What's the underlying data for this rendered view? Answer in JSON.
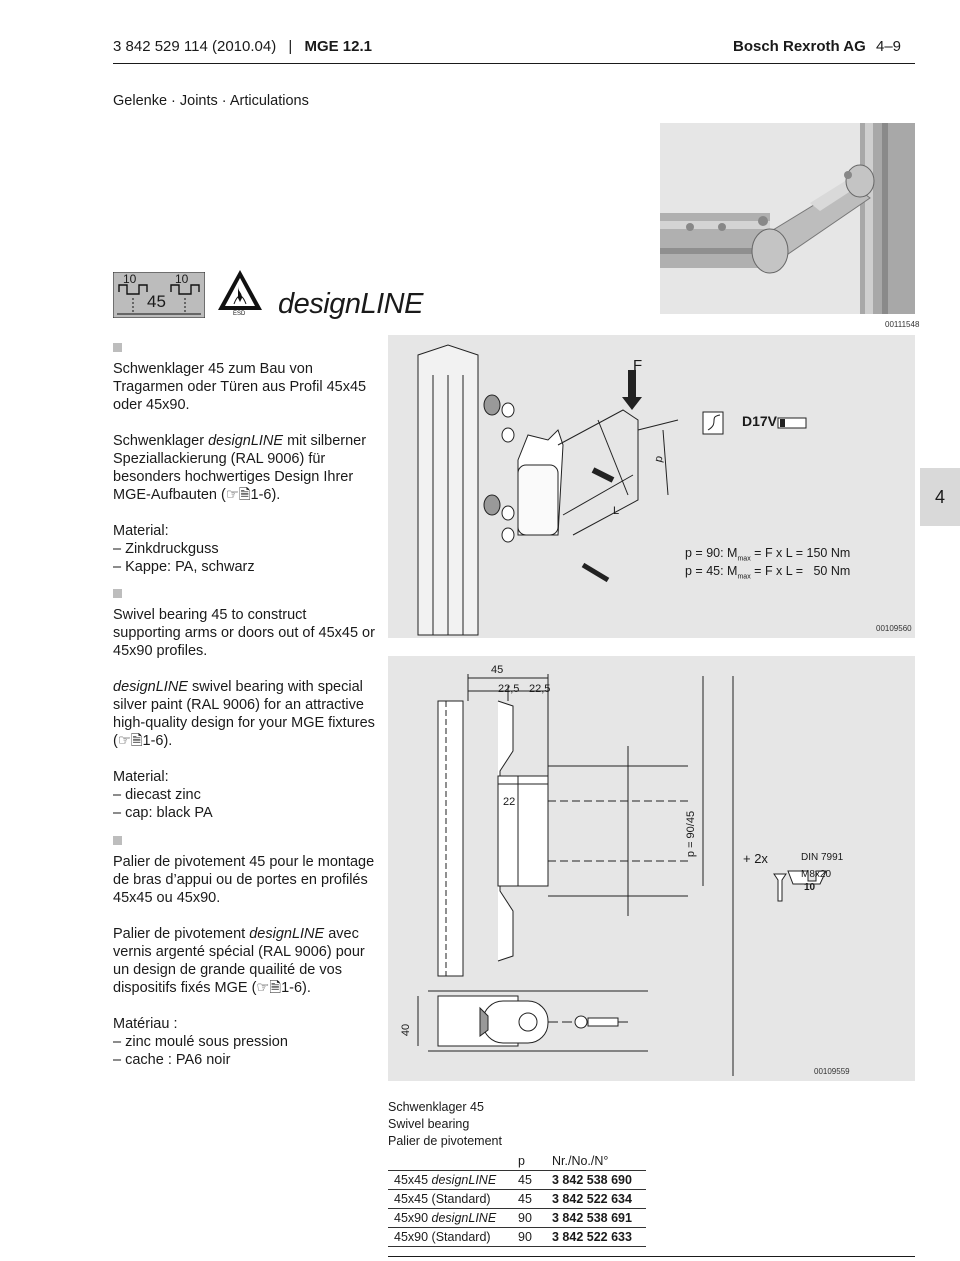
{
  "header": {
    "doc_ref": "3 842 529 114 (2010.04)",
    "product": "MGE 12.1",
    "company": "Bosch Rexroth AG",
    "page": "4–9"
  },
  "section_title": "Gelenke · Joints · Articulations",
  "badge": {
    "profile_width": "45",
    "slot_left": "10",
    "slot_right": "10",
    "esd_label": "ESD",
    "design_line": "designLINE"
  },
  "photo_code": "00111548",
  "drawing_code_top": "00109560",
  "drawing_code_bottom": "00109559",
  "side_tab": "4",
  "text_de": {
    "p1": "Schwenklager 45 zum Bau von Tragarmen oder Türen aus Profil 45x45 oder 45x90.",
    "p2_a": "Schwenklager ",
    "p2_em": "designLINE",
    "p2_b": " mit silberner Speziallackierung (RAL 9006) für besonders hochwertiges Design Ihrer MGE-Aufbauten (☞",
    "p2_ref": "1-6).",
    "material_label": "Material:",
    "m1": "– Zinkdruckguss",
    "m2": "– Kappe: PA, schwarz"
  },
  "text_en": {
    "p1": "Swivel bearing 45 to construct supporting arms or doors out of 45x45 or 45x90 profiles.",
    "p2_em": "designLINE",
    "p2_b": " swivel bearing with special silver paint (RAL 9006) for an attractive high-quality design for your MGE fixtures (☞",
    "p2_ref": "1-6).",
    "material_label": "Material:",
    "m1": "– diecast zinc",
    "m2": "– cap: black PA"
  },
  "text_fr": {
    "p1": "Palier de pivotement 45 pour le montage de bras d’appui ou de portes en profilés 45x45 ou 45x90.",
    "p2_a": "Palier de pivotement ",
    "p2_em": "designLINE",
    "p2_b": " avec vernis argenté spécial (RAL 9006) pour un design de grande quailité de vos dispositifs fixés MGE (☞",
    "p2_ref": "1-6).",
    "material_label": "Matériau :",
    "m1": "– zinc moulé sous pression",
    "m2": "– cache : PA6 noir"
  },
  "drawing_top": {
    "force_label": "F",
    "dim_p": "p",
    "dim_l": "L",
    "tool": "D17V",
    "eq1": {
      "lhs": "p = 90: M",
      "sub": "max",
      "rhs": " = F x L = 150 Nm"
    },
    "eq2": {
      "lhs": "p = 45: M",
      "sub": "max",
      "rhs": " = F x L =   50 Nm"
    }
  },
  "drawing_bottom": {
    "dim_45": "45",
    "dim_225a": "22,5",
    "dim_225b": "22,5",
    "dim_22": "22",
    "dim_p": "p = 90/45",
    "dim_40": "40",
    "qty": "+ 2x",
    "din": "DIN 7991",
    "screw": "M8x20",
    "slot": "10"
  },
  "order": {
    "title_de": "Schwenklager 45",
    "title_en": "Swivel bearing",
    "title_fr": "Palier de pivotement",
    "col_p": "p",
    "col_nr": "Nr./No./N°",
    "rows": [
      {
        "name": "45x45 ",
        "em": "designLINE",
        "p": "45",
        "nr": "3 842 538 690"
      },
      {
        "name": "45x45 (Standard)",
        "em": "",
        "p": "45",
        "nr": "3 842 522 634"
      },
      {
        "name": "45x90 ",
        "em": "designLINE",
        "p": "90",
        "nr": "3 842 538 691"
      },
      {
        "name": "45x90 (Standard)",
        "em": "",
        "p": "90",
        "nr": "3 842 522 633"
      }
    ]
  }
}
